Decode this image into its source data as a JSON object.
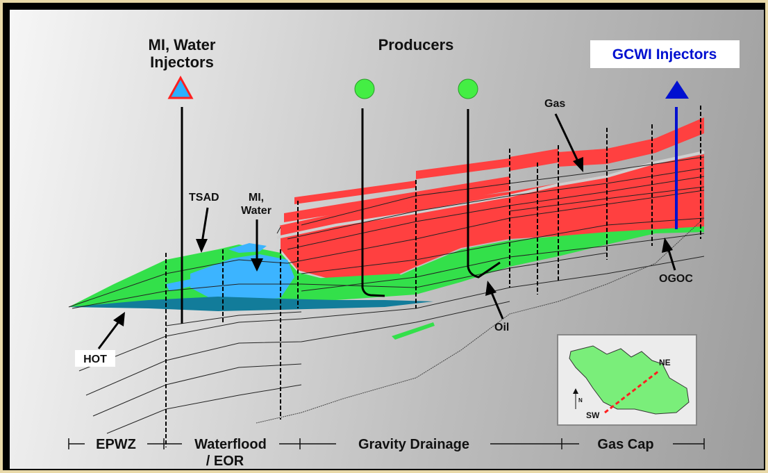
{
  "labels": {
    "mi_water_injectors": [
      "MI, Water",
      "Injectors"
    ],
    "producers": "Producers",
    "gcwi_injectors": "GCWI Injectors",
    "gas": "Gas",
    "tsad": "TSAD",
    "mi_water": [
      "MI,",
      "Water"
    ],
    "hot": "HOT",
    "oil": "Oil",
    "ogoc": "OGOC",
    "inset_ne": "NE",
    "inset_sw": "SW",
    "inset_north": "N"
  },
  "zones": [
    "EPWZ",
    "Waterflood",
    "/ EOR",
    "Gravity Drainage",
    "Gas Cap"
  ],
  "colors": {
    "gas": "#ff4040",
    "oil": "#33e04a",
    "water": "#3cb4ff",
    "hot": "#127c9a",
    "injector_water_fill": "#2ab0ff",
    "injector_water_outline": "#ff2020",
    "producer": "#44ee44",
    "gcwi": "#0010d0"
  },
  "icons": [
    "triangle-injector-icon",
    "circle-producer-icon",
    "triangle-gcwi-icon",
    "north-arrow-icon"
  ]
}
